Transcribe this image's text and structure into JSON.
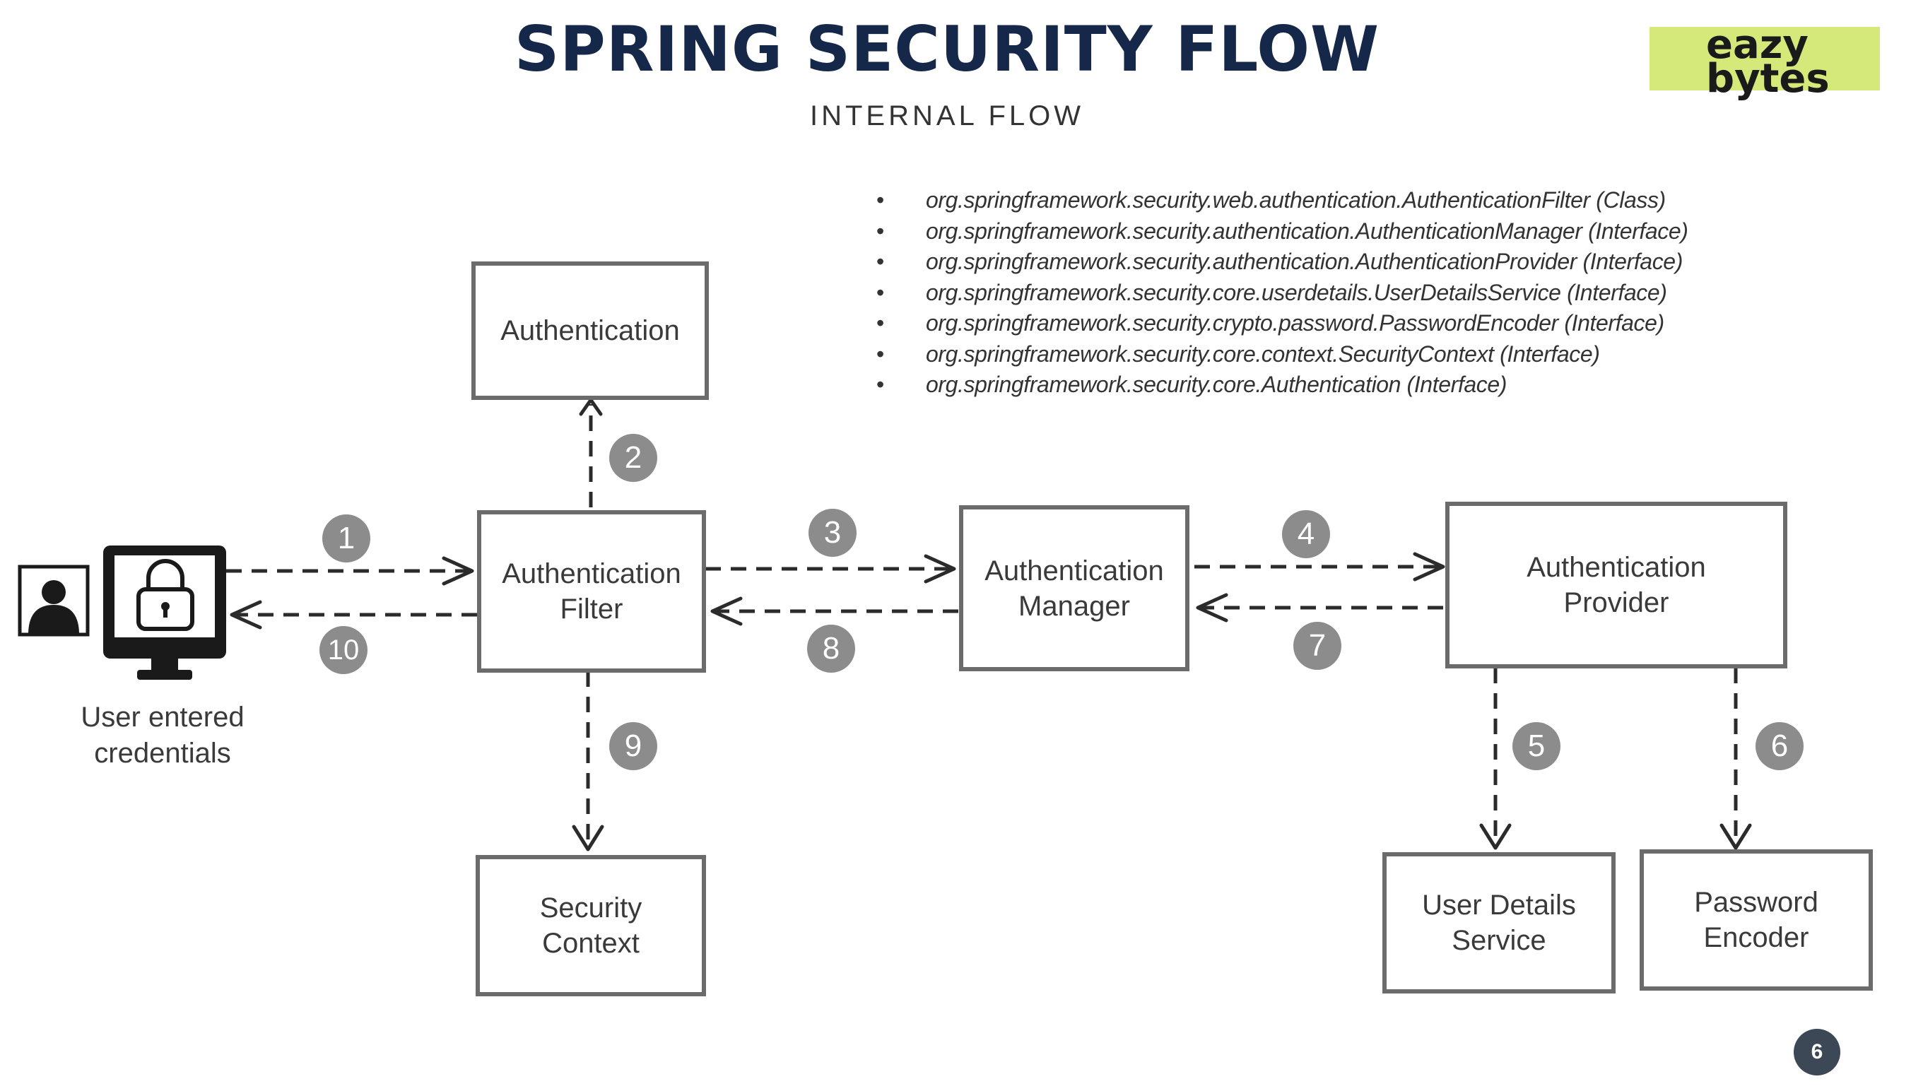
{
  "header": {
    "title": "SPRING SECURITY FLOW",
    "subtitle": "INTERNAL FLOW"
  },
  "logo": {
    "line1": "eazy",
    "line2": "bytes"
  },
  "bullets": [
    "org.springframework.security.web.authentication.AuthenticationFilter (Class)",
    "org.springframework.security.authentication.AuthenticationManager (Interface)",
    "org.springframework.security.authentication.AuthenticationProvider (Interface)",
    "org.springframework.security.core.userdetails.UserDetailsService (Interface)",
    "org.springframework.security.crypto.password.PasswordEncoder (Interface)",
    "org.springframework.security.core.context.SecurityContext (Interface)",
    "org.springframework.security.core.Authentication (Interface)"
  ],
  "nodes": {
    "authentication": "Authentication",
    "authentication_filter": "Authentication\nFilter",
    "authentication_manager": "Authentication\nManager",
    "authentication_provider": "Authentication\nProvider",
    "security_context": "Security\nContext",
    "user_details_service": "User Details\nService",
    "password_encoder": "Password\nEncoder"
  },
  "user": {
    "caption": "User entered\ncredentials"
  },
  "steps": [
    "1",
    "2",
    "3",
    "4",
    "5",
    "6",
    "7",
    "8",
    "9",
    "10"
  ],
  "page_number": "6",
  "colors": {
    "title": "#16284a",
    "logo_bg": "#d4e97a",
    "box_border": "#6b6b6b",
    "badge": "#8c8c8c",
    "page_badge": "#3d4856"
  }
}
